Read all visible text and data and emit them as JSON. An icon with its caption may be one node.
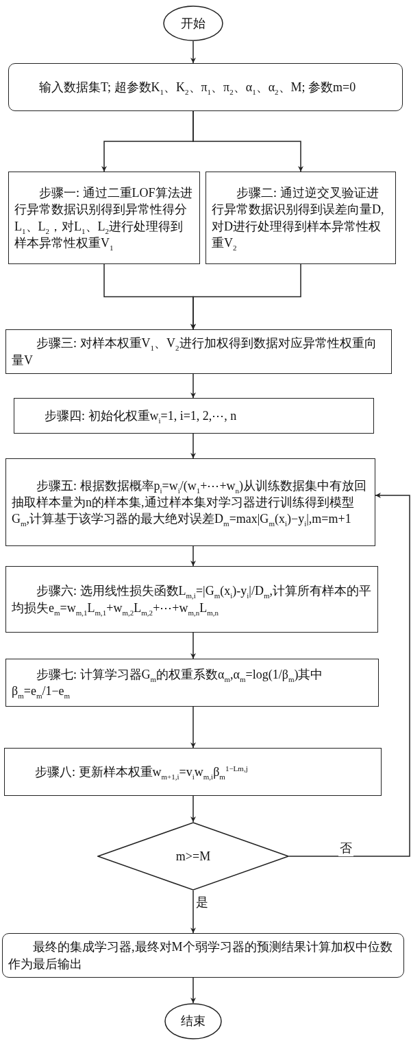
{
  "diagram": {
    "nodes": [
      {
        "text": [
          "开始"
        ]
      },
      {
        "text": [
          "输入数据集T; 超参数K$_{1}$、K$_{2}$、π$_{1}$、π$_{2}$、α$_{1}$、α$_{2}$、M; 参数m=0"
        ]
      },
      {
        "text": [
          "步骤一: 通过二重LOF算法进行异常数据识别得到异常性得分L$_{1}$、L$_{2}$，对L$_{1}$、L$_{2}$进行处理得到样本异常性权重V$_{1}$"
        ]
      },
      {
        "text": [
          "步骤二: 通过逆交叉验证进行异常数据识别得到误差向量D,对D进行处理得到样本异常性权重V$_{2}$"
        ]
      },
      {
        "text": [
          "步骤三: 对样本权重V$_{1}$、V$_{2}$进行加权得到数据对应异常性权重向量V"
        ]
      },
      {
        "text": [
          "步骤四: 初始化权重w$_{i}$=1, i=1, 2,⋯, n"
        ]
      },
      {
        "text": [
          "步骤五: 根据数据概率p$_{i}$=w$_{i}$/(w$_{1}$+⋯+w$_{n}$)从训练数据集中有放回抽取样本量为n的样本集,通过样本集对学习器进行训练得到模型G$_{m}$,计算基于该学习器的最大绝对误差D$_{m}$=max|G$_{m}$(x$_{i}$)−y$_{i}$|,m=m+1"
        ]
      },
      {
        "text": [
          "步骤六: 选用线性损失函数L$_{m,i}$=|G$_{m}$(x$_{i}$)-y$_{i}$|/D$_{m}$,计算所有样本的平均损失e$_{m}$=w$_{m,1}$L$_{m,1}$+w$_{m,2}$L$_{m,2}$+⋯+w$_{m,n}$L$_{m,n}$"
        ]
      },
      {
        "text": [
          "步骤七: 计算学习器G$_{m}$的权重系数α$_{m}$,α$_{m}$=log(1/β$_{m}$)其中β$_{m}$=e$_{m}$/1−e$_{m}$"
        ]
      },
      {
        "text": [
          "步骤八: 更新样本权重w$_{m+1,i}$=v$_{i}$w$_{m,i}$β$_{m}$$^{1−Lm,j}$"
        ]
      },
      {
        "text": [
          "m>=M"
        ]
      },
      {
        "text": [
          "最终的集成学习器,最终对M个弱学习器的预测结果计算加权中位数作为最后输出"
        ]
      },
      {
        "text": [
          "结束"
        ]
      }
    ],
    "edges": [
      {
        "from": 0,
        "to": 1,
        "arrow": "to"
      },
      {
        "from": 1,
        "to": 2,
        "arrow": "to"
      },
      {
        "from": 1,
        "to": 3,
        "arrow": "to"
      },
      {
        "from": 2,
        "to": 4,
        "arrow": "to"
      },
      {
        "from": 3,
        "to": 4,
        "arrow": "to"
      },
      {
        "from": 4,
        "to": 5,
        "arrow": "to"
      },
      {
        "from": 5,
        "to": 6,
        "arrow": "to"
      },
      {
        "from": 6,
        "to": 7,
        "arrow": "to"
      },
      {
        "from": 7,
        "to": 8,
        "arrow": "to"
      },
      {
        "from": 8,
        "to": 9,
        "arrow": "to"
      },
      {
        "from": 9,
        "to": 10,
        "arrow": "to"
      },
      {
        "from": 10,
        "to": 11,
        "arrow": "to",
        "label": "是"
      },
      {
        "from": 10,
        "to": 6,
        "arrow": "to",
        "label": "否"
      },
      {
        "from": 11,
        "to": 12,
        "arrow": "to"
      }
    ]
  }
}
